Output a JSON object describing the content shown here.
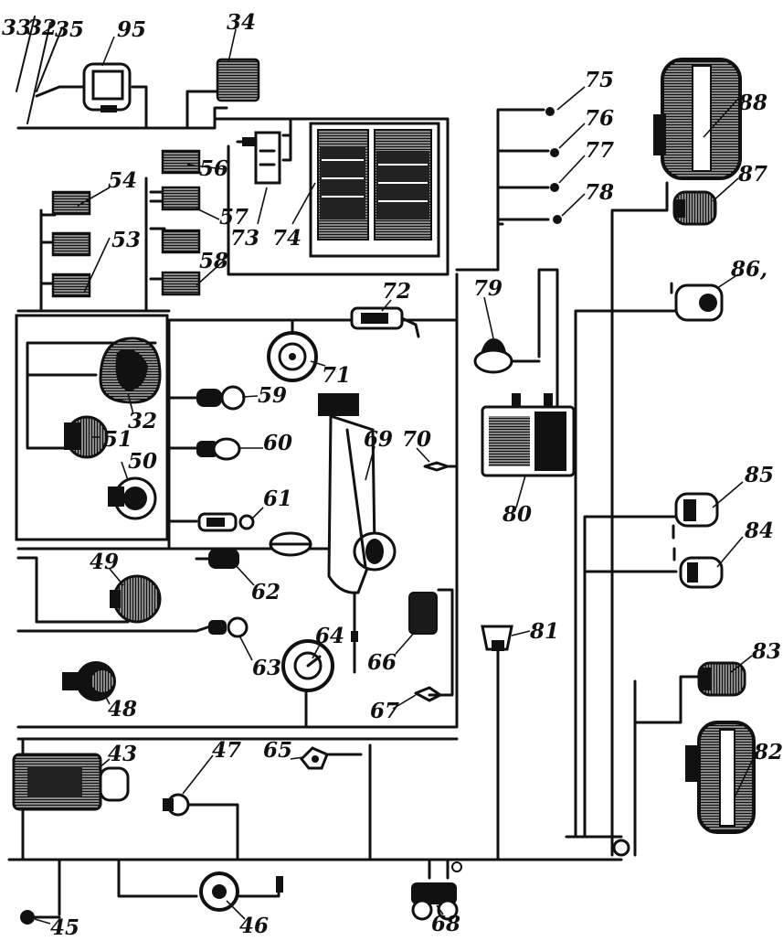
{
  "labels": {
    "l33": "33",
    "l32a": "32",
    "l35": "35",
    "l95": "95",
    "l34": "34",
    "l54": "54",
    "l53": "53",
    "l56": "56",
    "l57": "57",
    "l58": "58",
    "l73": "73",
    "l74": "74",
    "l72": "72",
    "l71": "71",
    "l59": "59",
    "l32b": "32",
    "l51": "51",
    "l50": "50",
    "l60": "60",
    "l61": "61",
    "l62": "62",
    "l69": "69",
    "l70": "70",
    "l49": "49",
    "l63": "63",
    "l64": "64",
    "l66": "66",
    "l67": "67",
    "l48": "48",
    "l43": "43",
    "l47": "47",
    "l65": "65",
    "l45": "45",
    "l46": "46",
    "l68": "68",
    "l75": "75",
    "l76": "76",
    "l77": "77",
    "l78": "78",
    "l79": "79",
    "l80": "80",
    "l81": "81",
    "l88": "88",
    "l87": "87",
    "l86": "86,",
    "l85": "85",
    "l84": "84",
    "l83": "83",
    "l82": "82"
  }
}
